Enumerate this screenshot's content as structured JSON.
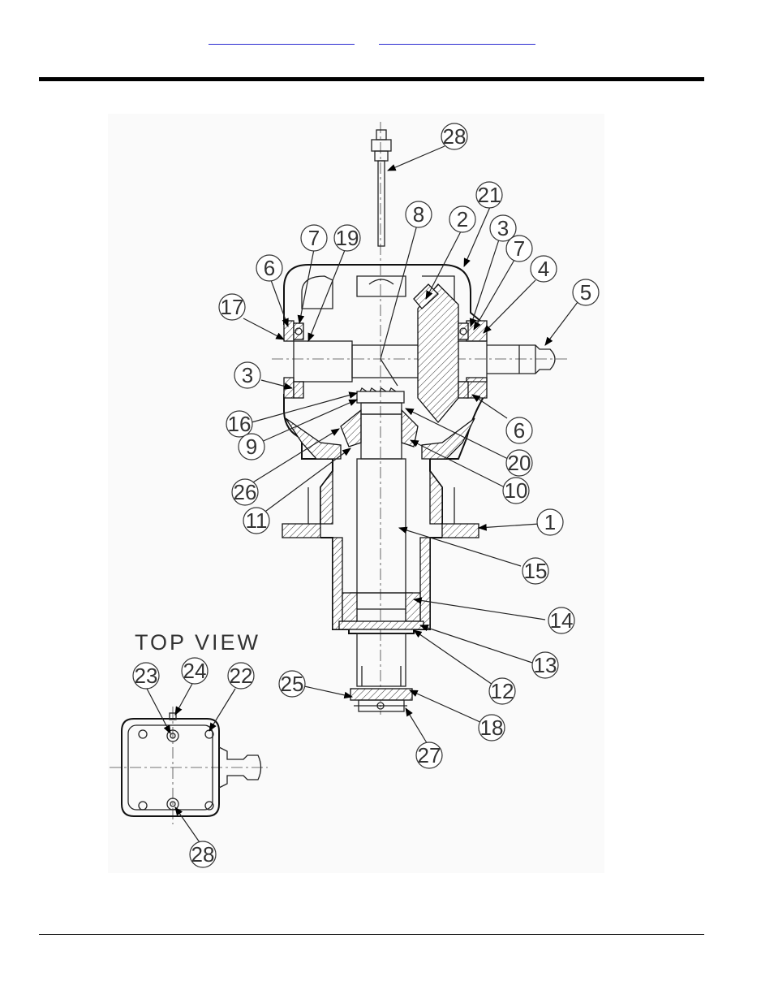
{
  "header": {
    "links": [
      "",
      ""
    ]
  },
  "diagram": {
    "top_view_label": "TOP VIEW",
    "callouts": [
      {
        "id": "c28a",
        "label": "28"
      },
      {
        "id": "c21",
        "label": "21"
      },
      {
        "id": "c8",
        "label": "8"
      },
      {
        "id": "c2",
        "label": "2"
      },
      {
        "id": "c3a",
        "label": "3"
      },
      {
        "id": "c7a",
        "label": "7"
      },
      {
        "id": "c19",
        "label": "19"
      },
      {
        "id": "c6a",
        "label": "6"
      },
      {
        "id": "c7b",
        "label": "7"
      },
      {
        "id": "c4",
        "label": "4"
      },
      {
        "id": "c5",
        "label": "5"
      },
      {
        "id": "c17",
        "label": "17"
      },
      {
        "id": "c3b",
        "label": "3"
      },
      {
        "id": "c16",
        "label": "16"
      },
      {
        "id": "c9",
        "label": "9"
      },
      {
        "id": "c6b",
        "label": "6"
      },
      {
        "id": "c20",
        "label": "20"
      },
      {
        "id": "c26",
        "label": "26"
      },
      {
        "id": "c10",
        "label": "10"
      },
      {
        "id": "c11",
        "label": "11"
      },
      {
        "id": "c1",
        "label": "1"
      },
      {
        "id": "c15",
        "label": "15"
      },
      {
        "id": "c14",
        "label": "14"
      },
      {
        "id": "c13",
        "label": "13"
      },
      {
        "id": "c12",
        "label": "12"
      },
      {
        "id": "c25",
        "label": "25"
      },
      {
        "id": "c18",
        "label": "18"
      },
      {
        "id": "c27",
        "label": "27"
      },
      {
        "id": "c23",
        "label": "23"
      },
      {
        "id": "c24",
        "label": "24"
      },
      {
        "id": "c22",
        "label": "22"
      },
      {
        "id": "c28b",
        "label": "28"
      }
    ]
  }
}
